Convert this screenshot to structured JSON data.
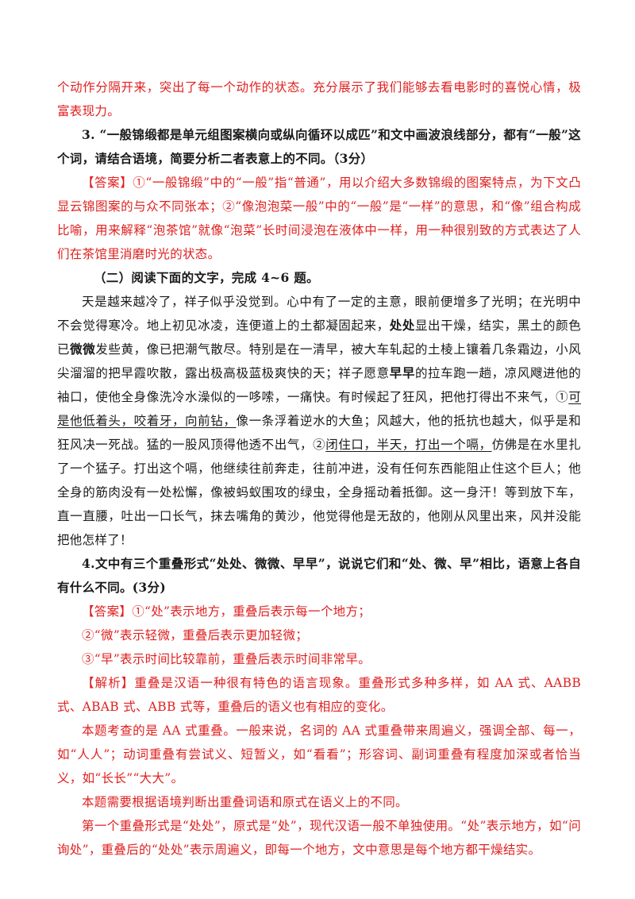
{
  "colors": {
    "answer": "#e02020",
    "text": "#1a1a1a"
  },
  "s1": {
    "text": "个动作分隔开来，突出了每一个动作的状态。充分展示了我们能够去看电影时的喜悦心情，极富表现力。"
  },
  "q3": {
    "text": "3. “一般锦缎都是单元组图案横向或纵向循环以成匹”和文中画波浪线部分，都有“一般”这个词，请结合语境，简要分析二者表意上的不同。（3分）"
  },
  "a3": {
    "tag": "【答案】",
    "text": "①“一般锦缎”中的“一般”指“普通”，用以介绍大多数锦缎的图案特点，为下文凸显云锦图案的与众不同张本；②“像泡泡菜一般”中的“一般”是“一样”的意思，和“像”组合构成比喻，用来解释“泡茶馆”就像“泡菜”长时间浸泡在液体中一样，用一种很别致的方式表达了人们在茶馆里消磨时光的状态。"
  },
  "section2": {
    "text": "（二）阅读下面的文字，完成 4~6 题。"
  },
  "passage": {
    "t1": "天是越来越冷了，祥子似乎没觉到。心中有了一定的主意，眼前便增多了光明；在光明中不会觉得寒冷。地上初见冰凌，连便道上的土都凝固起来，",
    "b1": "处处",
    "t2": "显出干燥，结实，黑土的颜色已",
    "b2": "微微",
    "t3": "发些黄，像已把潮气散尽。特别是在一清早，被大车轧起的土棱上镶着几条霜边，小风尖溜溜的把早霞吹散，露出极高极蓝极爽快的天；祥子愿意",
    "b3": "早早",
    "t4": "的拉车跑一趟，凉风飕进他的袖口，使他全身像洗冷水澡似的一哆嗦，一痛快。有时候起了狂风，把他打得出不来气，",
    "n1": "①",
    "u1": "可是他低着头，咬着牙，向前钻，",
    "t5": "像一条浮着逆水的大鱼；风越大，他的抵抗也越大，似乎是和狂风决一死战。猛的一股风顶得他透不出气，",
    "n2": "②",
    "u2": "闭住口，半天，打出一个嗝，",
    "t6": "仿佛是在水里扎了一个猛子。打出这个嗝，他继续往前奔走，往前冲进，没有任何东西能阻止住这个巨人；他全身的筋肉没有一处松懈，像被蚂蚁围攻的绿虫，全身摇动着抵御。这一身汗！等到放下车，直一直腰，吐出一口长气，抹去嘴角的黄沙，他觉得他是无敌的，他刚从风里出来，风并没能把他怎样了！"
  },
  "q4": {
    "text": "4.文中有三个重叠形式“处处、微微、早早”，说说它们和“处、微、早”相比，语意上各自有什么不同。(3分)"
  },
  "a4": {
    "tag": "【答案】",
    "l1": "①“处”表示地方，重叠后表示每一个地方；",
    "l2": "②“微”表示轻微，重叠后表示更加轻微；",
    "l3": "③“早”表示时间比较靠前，重叠后表示时间非常早。"
  },
  "e4": {
    "tag": "【解析】",
    "l1": "重叠是汉语一种很有特色的语言现象。重叠形式多种多样，如 AA 式、AABB 式、ABAB 式、ABB 式等，重叠后的语义也有相应的变化。",
    "l2": "本题考查的是 AA 式重叠。一般来说，名词的 AA 式重叠带来周遍义，强调全部、每一，如“人人”；动词重叠有尝试义、短暂义，如“看看”；形容词、副词重叠有程度加深或者恰当义，如“长长”“大大”。",
    "l3": "本题需要根据语境判断出重叠词语和原式在语义上的不同。",
    "l4": "第一个重叠形式是“处处”，原式是“处”，现代汉语一般不单独使用。“处”表示地方，如“问询处”，重叠后的“处处”表示周遍义，即每一个地方，文中意思是每个地方都干燥结实。"
  }
}
